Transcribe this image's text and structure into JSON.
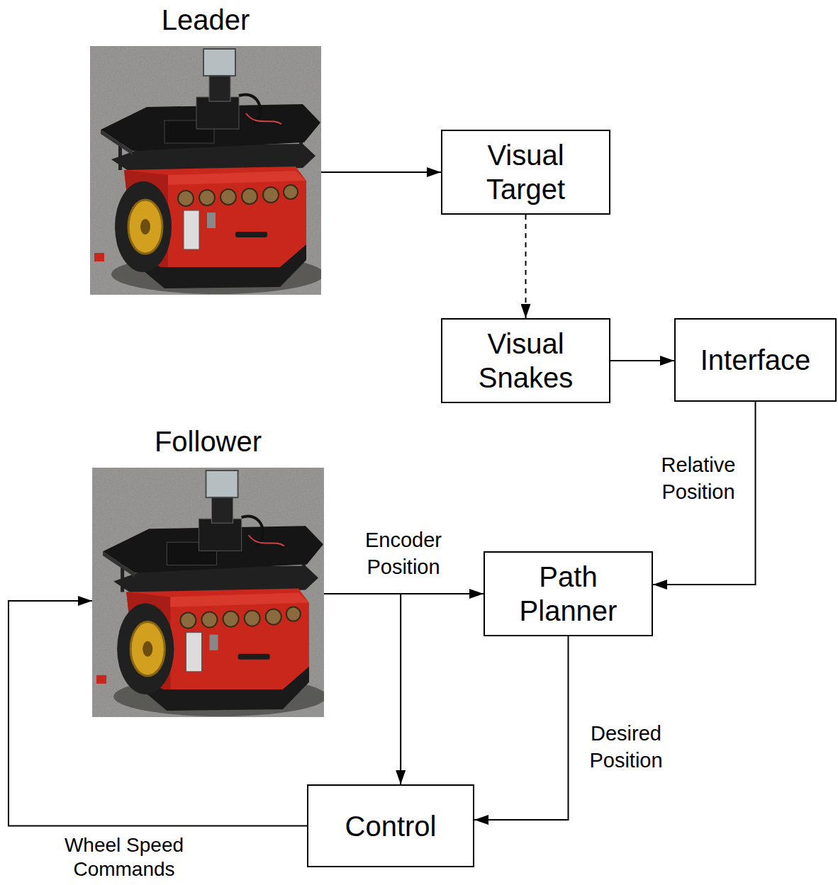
{
  "diagram": {
    "nodes": [
      {
        "text": [
          "Leader"
        ]
      },
      {
        "text": [
          "Visual Target"
        ]
      },
      {
        "text": [
          "Visual Snakes"
        ]
      },
      {
        "text": [
          "Interface"
        ]
      },
      {
        "text": [
          "Follower"
        ]
      },
      {
        "text": [
          "Path Planner"
        ]
      },
      {
        "text": [
          "Control"
        ]
      }
    ],
    "edges": [
      {
        "from": 0,
        "to": 1,
        "arrow": "to"
      },
      {
        "from": 1,
        "to": 2,
        "arrow": "to"
      },
      {
        "from": 2,
        "to": 3,
        "arrow": "to"
      },
      {
        "from": 3,
        "to": 5,
        "label": "Relative Position",
        "arrow": "to"
      },
      {
        "from": 4,
        "to": 5,
        "label": "Encoder Position",
        "arrow": "to"
      },
      {
        "from": 4,
        "to": 6,
        "arrow": "to"
      },
      {
        "from": 5,
        "to": 6,
        "label": "Desired Position",
        "arrow": "to"
      },
      {
        "from": 6,
        "to": 4,
        "label": "Wheel Speed Commands",
        "arrow": "to"
      }
    ]
  }
}
